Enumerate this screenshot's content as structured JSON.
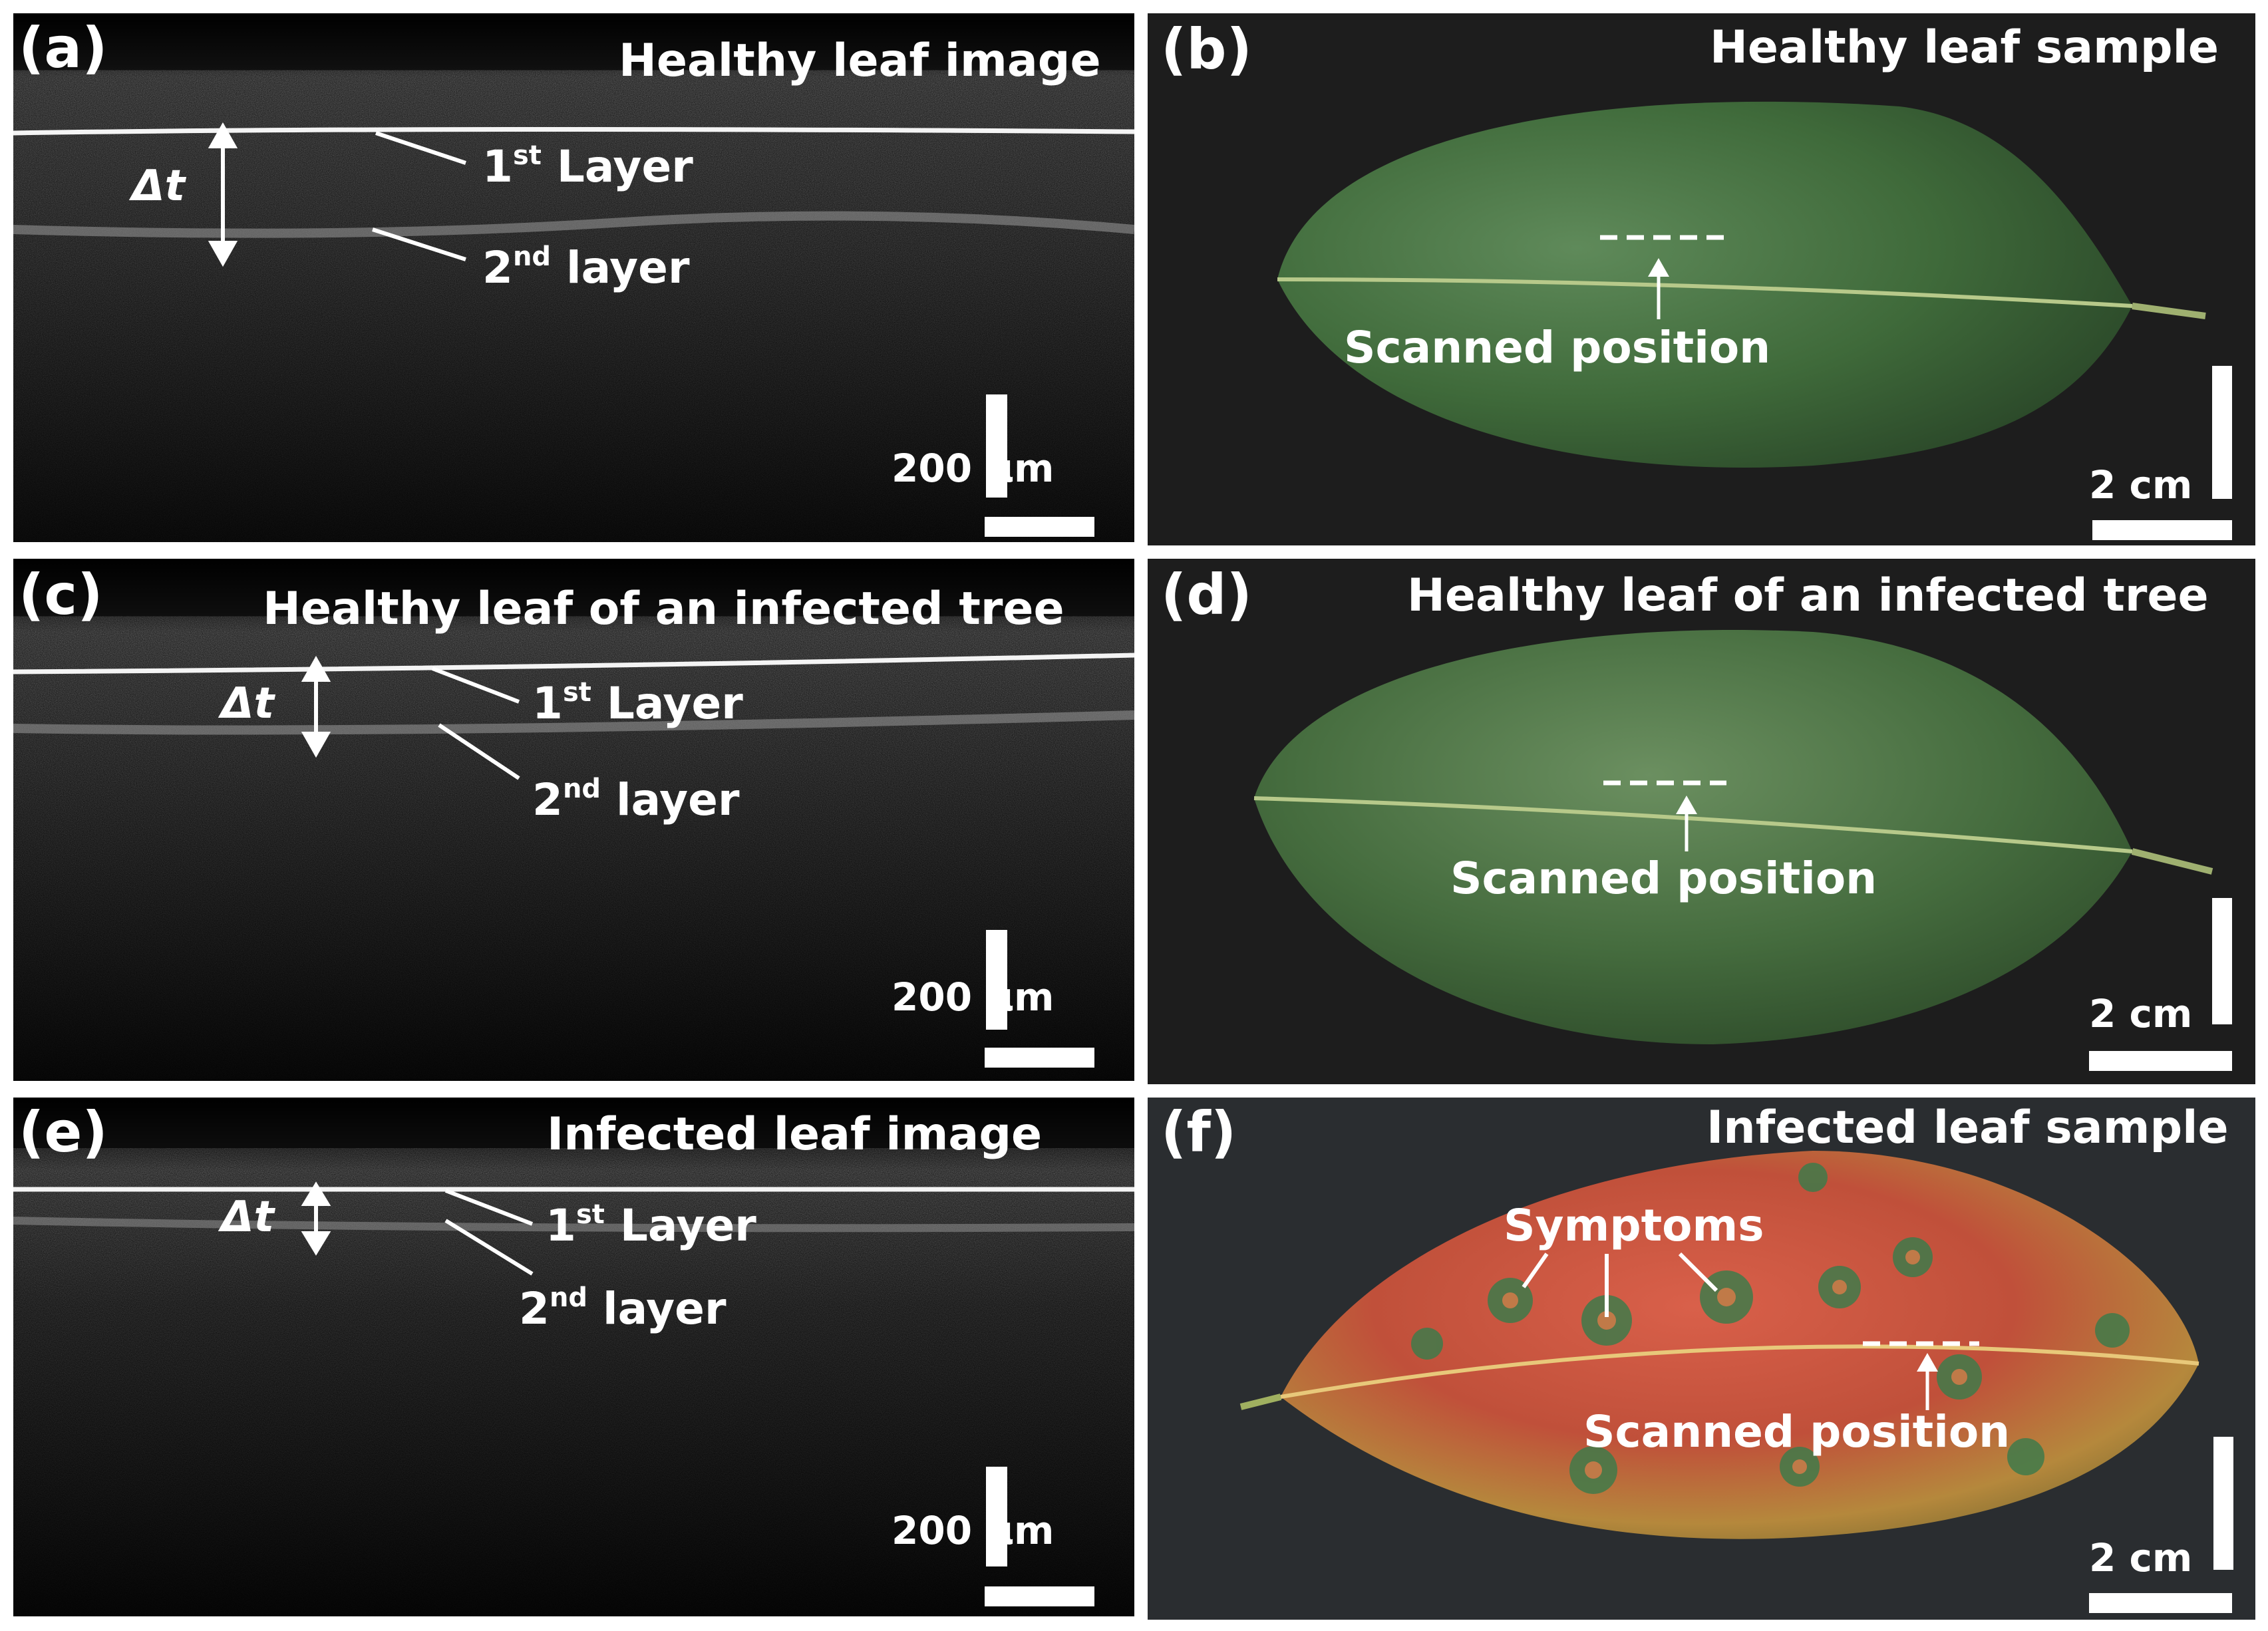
{
  "panels": {
    "a": {
      "label": "(a)",
      "title": "Healthy leaf image",
      "layer1_prefix": "1",
      "layer1_sup": "st",
      "layer1_suffix": " Layer",
      "layer2_prefix": "2",
      "layer2_sup": "nd",
      "layer2_suffix": " layer",
      "delta": "Δt",
      "scalebar": "200 μm"
    },
    "b": {
      "label": "(b)",
      "title": "Healthy leaf sample",
      "annotation": "Scanned position",
      "scalebar": "2 cm"
    },
    "c": {
      "label": "(c)",
      "title": "Healthy leaf of an infected tree",
      "layer1_prefix": "1",
      "layer1_sup": "st",
      "layer1_suffix": " Layer",
      "layer2_prefix": "2",
      "layer2_sup": "nd",
      "layer2_suffix": " layer",
      "delta": "Δt",
      "scalebar": "200 μm"
    },
    "d": {
      "label": "(d)",
      "title": "Healthy leaf of an infected tree",
      "annotation": "Scanned position",
      "scalebar": "2 cm"
    },
    "e": {
      "label": "(e)",
      "title": "Infected leaf image",
      "layer1_prefix": "1",
      "layer1_sup": "st",
      "layer1_suffix": " Layer",
      "layer2_prefix": "2",
      "layer2_sup": "nd",
      "layer2_suffix": " layer",
      "delta": "Δt",
      "scalebar": "200 μm"
    },
    "f": {
      "label": "(f)",
      "title": "Infected leaf sample",
      "symptoms": "Symptoms",
      "annotation": "Scanned position",
      "scalebar": "2 cm"
    }
  },
  "colors": {
    "oct_background": "#141414",
    "photo_background": "#1d1d1d",
    "leaf_green": "#3f6a3a",
    "infected_red": "#c0503a",
    "annotation": "#ffffff"
  }
}
